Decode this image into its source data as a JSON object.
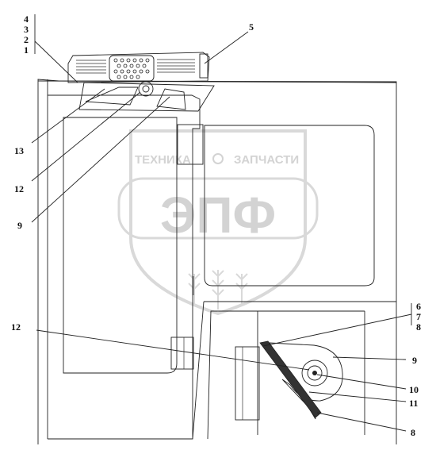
{
  "watermark": {
    "brand_left": "ТЕХНИКА",
    "brand_right": "ЗАПЧАСТИ",
    "logo_text": "ЭПФ",
    "color": "#cfcfcf"
  },
  "callouts": {
    "stack_top": [
      "4",
      "3",
      "2",
      "1"
    ],
    "c5": "5",
    "c13": "13",
    "c12_top": "12",
    "c9_top": "9",
    "stack_right": [
      "6",
      "7",
      "8"
    ],
    "c12_bottom": "12",
    "c9_right": "9",
    "c10": "10",
    "c11": "11",
    "c8": "8"
  }
}
